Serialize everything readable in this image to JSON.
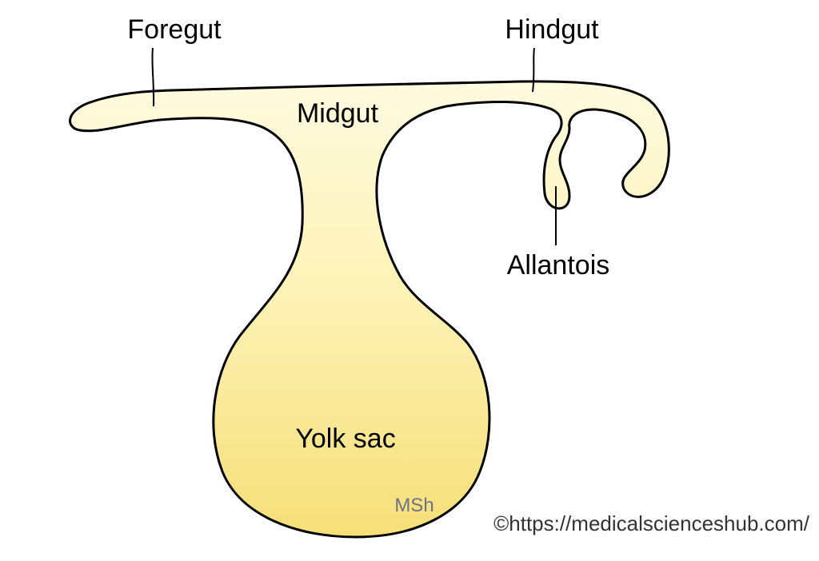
{
  "labels": {
    "foregut": "Foregut",
    "hindgut": "Hindgut",
    "midgut": "Midgut",
    "allantois": "Allantois",
    "yolk_sac": "Yolk sac"
  },
  "watermark": "MSh",
  "credit": "©https://medicalscienceshub.com/",
  "colors": {
    "gut_fill_light": "#fffbe0",
    "gut_fill_dark": "#f7e27c",
    "outline": "#000000",
    "watermark": "#6b7389"
  }
}
